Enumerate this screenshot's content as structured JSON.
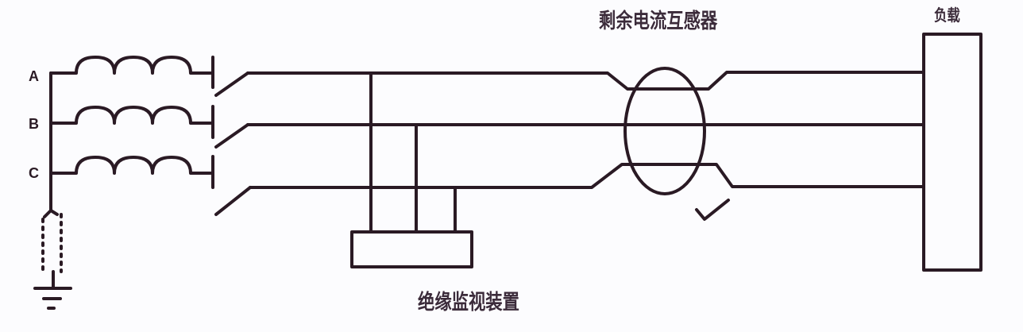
{
  "diagram": {
    "title": "Three-phase system with insulation monitoring device and residual current transformer",
    "colors": {
      "line": "#2a1a24",
      "background": "#fcfcfe",
      "text": "#3b2b3a"
    },
    "phases": [
      {
        "id": "A",
        "label": "A"
      },
      {
        "id": "B",
        "label": "B"
      },
      {
        "id": "C",
        "label": "C"
      }
    ],
    "labels": {
      "rct": "剩余电流互感器",
      "load": "负载",
      "imd": "绝缘监视装置"
    },
    "components": [
      "transformer-coils",
      "ground-impedance",
      "earth-ground",
      "three-pole-switch",
      "insulation-monitoring-device",
      "residual-current-transformer",
      "fault-mark",
      "load"
    ]
  }
}
